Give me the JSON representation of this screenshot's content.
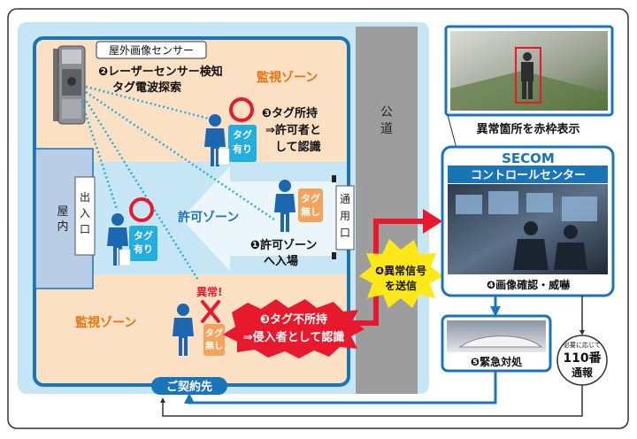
{
  "labels": {
    "sensor_title": "屋外画像センサー",
    "laser_line1": "❷レーザーセンサー検知",
    "laser_line2": "タグ電波探索",
    "zone_monitor_top": "監視ゾーン",
    "tag_holder_1": "❸タグ所持",
    "tag_holder_2": "⇒許可者と",
    "tag_holder_3": "して認識",
    "public_road_1": "公",
    "public_road_2": "道",
    "house_1": "屋",
    "house_2": "内",
    "entrance_1": "出",
    "entrance_2": "入",
    "entrance_3": "口",
    "gate_1": "通",
    "gate_2": "用",
    "gate_3": "口",
    "zone_allow": "許可ゾーン",
    "enter_allow_1": "❶許可ゾーン",
    "enter_allow_2": "へ入場",
    "tag_yes_1": "タグ",
    "tag_yes_2": "有り",
    "tag_no_1": "タグ",
    "tag_no_2": "無し",
    "anomaly": "異常!",
    "zone_monitor_bottom": "監視ゾーン",
    "intruder_1": "❸タグ不所持",
    "intruder_2": "⇒侵入者として認識",
    "signal_1": "❹異常信号",
    "signal_2": "を送信",
    "contract": "ご契約先",
    "red_frame_caption": "異常箇所を赤枠表示",
    "secom": "SECOM",
    "control_center": "コントロールセンター",
    "image_confirm": "❹画像確認・威嚇",
    "emergency": "❺緊急対処",
    "police_1": "必要に応じて",
    "police_2": "110番",
    "police_3": "通報"
  },
  "colors": {
    "frame_blue": "#1a74b8",
    "zone_orange": "#fbe0c4",
    "allow_blue": "#c6e6f6",
    "road_gray": "#9d9d9d",
    "figure_blue": "#1d66b0",
    "tag_cyan": "#23aee0",
    "tag_orange": "#f5a35a",
    "alert_red": "#e8192c",
    "signal_yellow": "#ffe81a",
    "monitor_orange": "#e8730e"
  }
}
